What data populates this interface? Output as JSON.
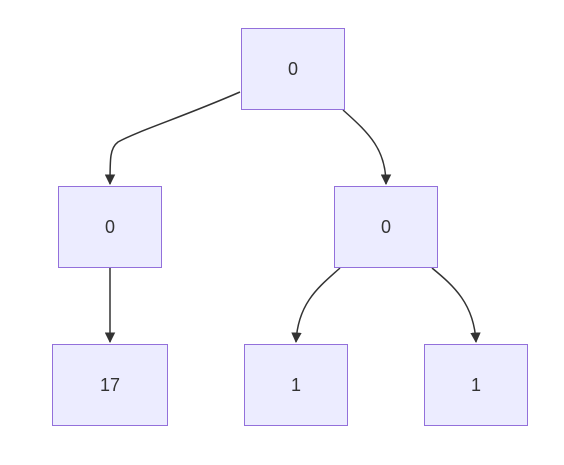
{
  "diagram": {
    "type": "tree",
    "colors": {
      "node_fill": "#ececff",
      "node_border": "#9370db",
      "edge": "#333333",
      "text": "#333333"
    },
    "nodes": {
      "root": "0",
      "left": "0",
      "right": "0",
      "left_left": "17",
      "right_left": "1",
      "right_right": "1"
    },
    "edges": [
      [
        "root",
        "left"
      ],
      [
        "root",
        "right"
      ],
      [
        "left",
        "left_left"
      ],
      [
        "right",
        "right_left"
      ],
      [
        "right",
        "right_right"
      ]
    ]
  }
}
